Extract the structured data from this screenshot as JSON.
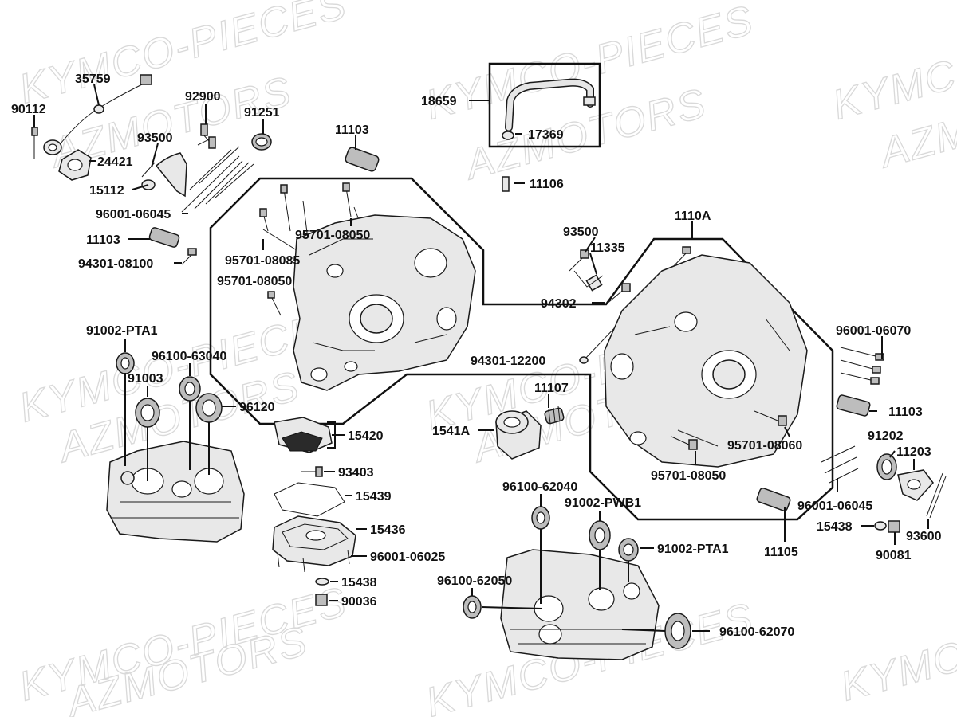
{
  "watermarks": [
    "KYMCO-PIECES",
    "AZMOTORS"
  ],
  "labels": {
    "p35759": "35759",
    "p90112": "90112",
    "p24421": "24421",
    "p92900": "92900",
    "p93500a": "93500",
    "p15112": "15112",
    "p91251": "91251",
    "p96001_06045a": "96001-06045",
    "p11103a": "11103",
    "p94301_08100": "94301-08100",
    "p11103b": "11103",
    "p95701_08050a": "95701-08050",
    "p95701_08085": "95701-08085",
    "p95701_08050b": "95701-08050",
    "p18659": "18659",
    "p17369": "17369",
    "p11106": "11106",
    "p1110A": "1110A",
    "p93500b": "93500",
    "p11335": "11335",
    "p94302": "94302",
    "p94301_12200": "94301-12200",
    "p96001_06070": "96001-06070",
    "p11103c": "11103",
    "p91202": "91202",
    "p11203": "11203",
    "p95701_08060": "95701-08060",
    "p95701_08050c": "95701-08050",
    "p96001_06045b": "96001-06045",
    "p15438a": "15438",
    "p93600": "93600",
    "p90081": "90081",
    "p11105": "11105",
    "p91002_PTA1a": "91002-PTA1",
    "p96100_63040": "96100-63040",
    "p91003": "91003",
    "p96120": "96120",
    "p15420": "15420",
    "p93403": "93403",
    "p15439": "15439",
    "p15436": "15436",
    "p96001_06025": "96001-06025",
    "p15438b": "15438",
    "p90036": "90036",
    "p11107": "11107",
    "p1541A": "1541A",
    "p96100_62040": "96100-62040",
    "p91002_PWB1": "91002-PWB1",
    "p91002_PTA1b": "91002-PTA1",
    "p96100_62050": "96100-62050",
    "p96100_62070": "96100-62070"
  }
}
